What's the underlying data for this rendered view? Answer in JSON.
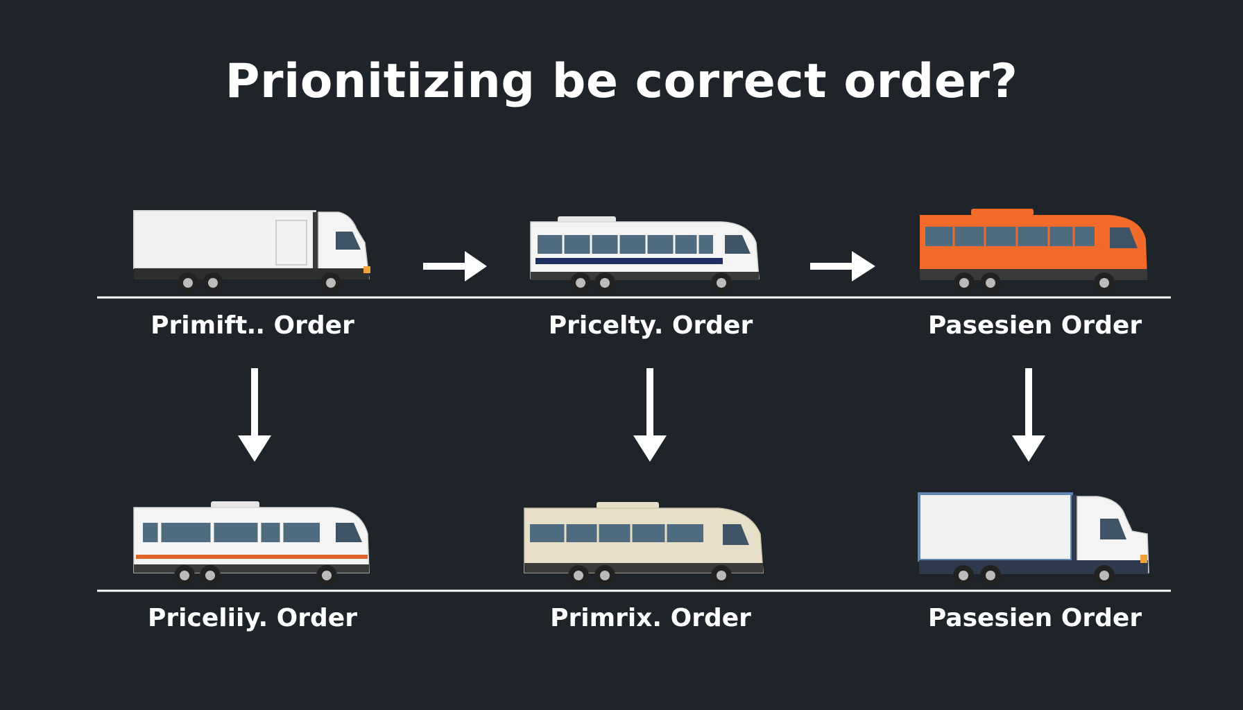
{
  "title": "Prionitizing be correct order?",
  "colors": {
    "background": "#1f232a",
    "text": "#ffffff",
    "bus_orange": "#f26b2a",
    "bus_navy": "#1c2e5e",
    "stripe_orange": "#e0652b",
    "bus_beige": "#e7dfc8",
    "window_blue": "#4f6b80"
  },
  "rows": [
    {
      "items": [
        {
          "label": "Primift․. Order",
          "vehicle": "white-box-truck-icon"
        },
        {
          "label": "Pricelty. Order",
          "vehicle": "white-bus-navy-stripe-icon"
        },
        {
          "label": "Pasesien Order",
          "vehicle": "orange-bus-icon"
        }
      ]
    },
    {
      "items": [
        {
          "label": "Priceliiy. Order",
          "vehicle": "white-bus-orange-stripe-icon"
        },
        {
          "label": "Primrix. Order",
          "vehicle": "beige-bus-icon"
        },
        {
          "label": "Pasesien Order",
          "vehicle": "white-box-truck-blue-trim-icon"
        }
      ]
    }
  ],
  "connectors": {
    "horizontal": "right-arrow-icon",
    "vertical": "down-arrow-icon"
  }
}
